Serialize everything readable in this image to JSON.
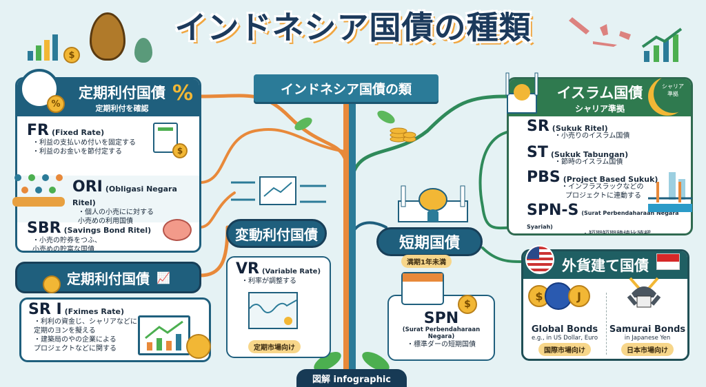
{
  "title": "インドネシア国債の種類",
  "ribbon": "インドネシア国債の類",
  "fixed_panel": {
    "title": "定期利付国債",
    "subtitle": "定期利付を確認",
    "items": [
      {
        "code": "FR",
        "name": "(Fixed Rate)",
        "bullets": [
          "・利益の支払いめ付いを固定する",
          "・利益のお金いを節付定する"
        ]
      },
      {
        "code": "ORI",
        "name": "(Obligasi Negara Ritel)",
        "bullets": [
          "・個人の小売にに対する",
          "小売めの利用国債"
        ]
      },
      {
        "code": "SBR",
        "name": "(Savings Bond Ritel)",
        "bullets": [
          "・小売の貯券をつふ、",
          "小売めの貯富な国債"
        ]
      }
    ]
  },
  "fixed_panel_2": {
    "title": "定期利付国債",
    "item": {
      "code": "SR I",
      "name": "(Fximes Rate)",
      "bullets": [
        "・利利の資金じ、シャリアなどに",
        "定期のヨンを擬える",
        "・建築局のやの企業による",
        "プロジェクトなどに関する"
      ]
    }
  },
  "variable_panel": {
    "title": "変動利付国債",
    "item": {
      "code": "VR",
      "name": "(Variable Rate)",
      "bullets": [
        "・利率が調整する"
      ]
    },
    "tag": "定期市場向け"
  },
  "short_panel": {
    "title": "短期国債",
    "badge": "満期1年未満",
    "item": {
      "code": "SPN",
      "name": "(Surat Perbendaharaan Negara)",
      "bullets": [
        "・標準ダーの短期国債"
      ]
    }
  },
  "islamic_panel": {
    "title": "イスラム国債",
    "subtitle": "シャリア準拠",
    "moon_label": "シャリア準拠",
    "items": [
      {
        "code": "SR",
        "name": "(Sukuk Ritel)",
        "bullets": [
          "・小売りのイスラム国債"
        ]
      },
      {
        "code": "ST",
        "name": "(Sukuk Tabungan)",
        "bullets": [
          "・節時のイスラム国債"
        ]
      },
      {
        "code": "PBS",
        "name": "(Project Based Sukuk)",
        "bullets": [
          "・インフラスラックなどの",
          "プロジェクトに連動する"
        ]
      },
      {
        "code": "SPN-S",
        "name": "(Surat Perbendaharaan Negara Syariah)",
        "bullets": [
          "・短期短期積統比殖耀"
        ]
      }
    ]
  },
  "foreign_panel": {
    "title": "外貨建て国債",
    "global": {
      "name": "Global Bonds",
      "desc": "e.g., in US Dollar, Euro",
      "tag": "国際市場向け",
      "coins": [
        "$",
        "J"
      ]
    },
    "samurai": {
      "name": "Samurai Bonds",
      "desc": "in Japanese Yen",
      "tag": "日本市場向け"
    }
  },
  "footer": "図解 infographic",
  "icons": {
    "fr": "dollar-coin-icon",
    "percent": "%"
  },
  "colors": {
    "teal": "#1f5f7d",
    "green": "#2f7a4f",
    "orange": "#e8893a",
    "gold": "#f2b735",
    "background": "#e5f2f4"
  }
}
